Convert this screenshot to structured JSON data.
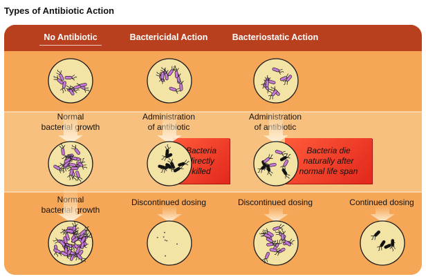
{
  "title": "Types of Antibiotic Action",
  "columns": [
    "No Antibiotic",
    "Bactericidal Action",
    "Bacteriostatic Action"
  ],
  "labels": {
    "normal_growth_1": [
      "Normal",
      "bacterial growth"
    ],
    "administration_1": [
      "Administration",
      "of antibiotic"
    ],
    "administration_2": [
      "Administration",
      "of antibiotic"
    ],
    "normal_growth_2": [
      "Normal",
      "bacterial growth"
    ],
    "discontinued_1": "Discontinued dosing",
    "discontinued_2": "Discontinued dosing",
    "continued": "Continued dosing"
  },
  "callouts": {
    "killed": [
      "Bacteria",
      "directly",
      "killed"
    ],
    "natural": [
      "Bacteria die",
      "naturally after",
      "normal life span"
    ]
  },
  "colors": {
    "header": "#b8401e",
    "band_dark": "#f6a657",
    "band_light": "#f8c07f",
    "dish": "#f3e4a6",
    "bacteria_live": "#c879d8",
    "bacteria_dead": "#111111",
    "callout": "#e8361f"
  }
}
